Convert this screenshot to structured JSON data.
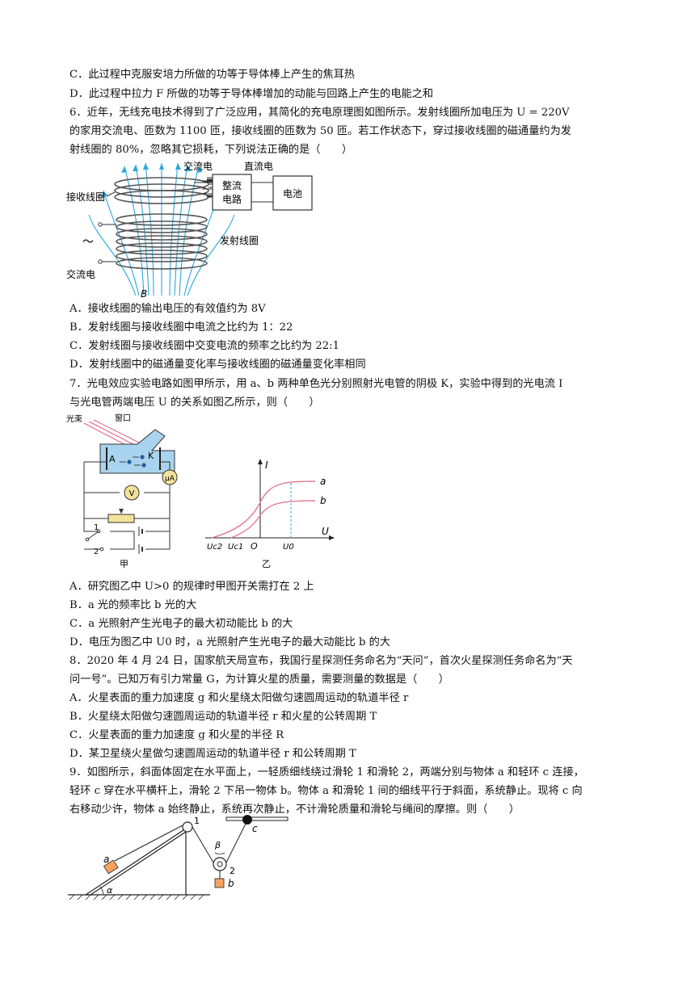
{
  "q5": {
    "opt_c": "C．此过程中克服安培力所做的功等于导体棒上产生的焦耳热",
    "opt_d": "D．此过程中拉力 F 所做的功等于导体棒增加的动能与回路上产生的电能之和"
  },
  "q6": {
    "stem_1": "6．近年，无线充电技术得到了广泛应用，其简化的充电原理图如图所示。发射线圈所加电压为 U = 220V",
    "stem_2": "的家用交流电、匝数为 1100 匝，接收线圈的匝数为 50 匝。若工作状态下，穿过接收线圈的磁通量约为发",
    "stem_3": "射线圈的 80%，忽略其它损耗，下列说法正确的是（　　）",
    "figure": {
      "label_ac_top": "交流电",
      "label_dc": "直流电",
      "label_receive": "接收线圈",
      "label_rectifier_1": "整流",
      "label_rectifier_2": "电路",
      "label_battery": "电池",
      "label_emit": "发射线圈",
      "label_tilde": "～",
      "label_ac_bottom": "交流电",
      "label_b": "B"
    },
    "opt_a": "A．接收线圈的输出电压的有效值约为 8V",
    "opt_b": "B．发射线圈与接收线圈中电流之比约为 1：22",
    "opt_c": "C．发射线圈与接收线圈中交变电流的频率之比约为 22:1",
    "opt_d": "D．发射线圈中的磁通量变化率与接收线圈的磁通量变化率相同"
  },
  "q7": {
    "stem_1": "7．光电效应实验电路如图甲所示，用 a、b 两种单色光分别照射光电管的阴极 K，实验中得到的光电流 I",
    "stem_2": "与光电管两端电压 U 的关系如图乙所示，则（　　）",
    "figure_jia": {
      "label_beam": "光束",
      "label_window": "窗口",
      "label_a": "A",
      "label_k": "K",
      "label_ua": "μA",
      "label_v": "V",
      "label_1": "1",
      "label_2": "2",
      "caption": "甲"
    },
    "figure_yi": {
      "label_i": "I",
      "label_u": "U",
      "label_o": "O",
      "label_uc2": "Uc2",
      "label_uc1": "Uc1",
      "label_u0": "U0",
      "label_curve_a": "a",
      "label_curve_b": "b",
      "caption": "乙"
    },
    "opt_a": "A．研究图乙中 U>0 的规律时甲图开关需打在 2 上",
    "opt_b": "B．a 光的频率比 b 光的大",
    "opt_c": "C．a 光照射产生光电子的最大初动能比 b 的大",
    "opt_d": "D．电压为图乙中 U0 时，a 光照射产生光电子的最大动能比 b 的大"
  },
  "q8": {
    "stem_1": "8．2020 年 4 月 24 日，国家航天局宣布，我国行星探测任务命名为“天问”，首次火星探测任务命名为“天",
    "stem_2": "问一号”。已知万有引力常量 G，为计算火星的质量，需要测量的数据是（　　）",
    "opt_a": "A．火星表面的重力加速度 g 和火星绕太阳做匀速圆周运动的轨道半径 r",
    "opt_b": "B．火星绕太阳做匀速圆周运动的轨道半径 r 和火星的公转周期 T",
    "opt_c": "C．火星表面的重力加速度 g 和火星的半径 R",
    "opt_d": "D．某卫星绕火星做匀速圆周运动的轨道半径 r 和公转周期 T"
  },
  "q9": {
    "stem_1": "9．如图所示，斜面体固定在水平面上，一轻质细线绕过滑轮 1 和滑轮 2，两端分别与物体 a 和轻环 c 连接，",
    "stem_2": "轻环 c 穿在水平横杆上，滑轮 2 下吊一物体 b。物体 a 和滑轮 1 间的细线平行于斜面，系统静止。现将 c 向",
    "stem_3": "右移动少许，物体 a 始终静止，系统再次静止，不计滑轮质量和滑轮与绳间的摩擦。则（　　）",
    "figure": {
      "label_a": "a",
      "label_alpha": "α",
      "label_1": "1",
      "label_beta": "β",
      "label_2": "2",
      "label_b": "b",
      "label_c": "c"
    }
  },
  "colors": {
    "field_line": "#2aa7e0",
    "coil_gray": "#555555",
    "tube_blue": "#a9d3ee",
    "curve_pink": "#e07a8a",
    "block_orange": "#f4a460",
    "dashed_blue": "#4aa3df"
  }
}
